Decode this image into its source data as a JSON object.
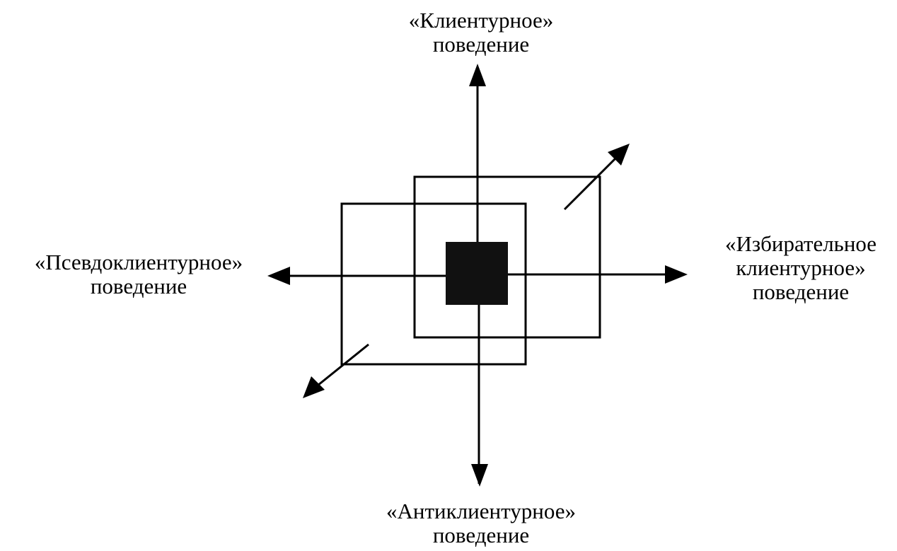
{
  "labels": {
    "top": {
      "line1": "«Клиентурное»",
      "line2": "поведение"
    },
    "left": {
      "line1": "«Псевдоклиентурное»",
      "line2": "поведение"
    },
    "right": {
      "line1": "«Избирательное",
      "line2": "клиентурное»",
      "line3": "поведение"
    },
    "bottom": {
      "line1": "«Антиклиентурное»",
      "line2": "поведение"
    }
  },
  "colors": {
    "ink": "#000000",
    "background": "#ffffff"
  }
}
